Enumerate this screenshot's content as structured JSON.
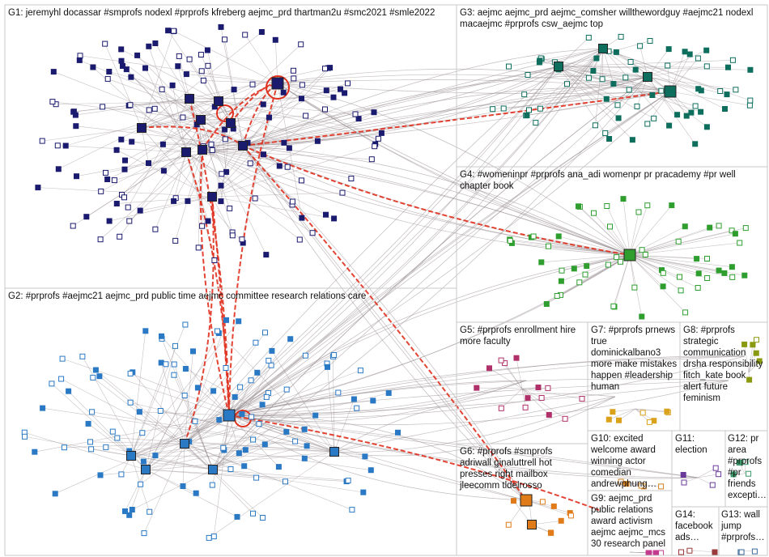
{
  "graph": {
    "edge_color": "#9a8f95",
    "highlight_edge_color": "#e0301e",
    "groups": [
      {
        "id": "G1",
        "label": "G1: jeremyhl docassar #smprofs nodexl #prprofs kfreberg aejmc_prd thartman2u #smc2021 #smle2022",
        "node_color": "#1a1a6e"
      },
      {
        "id": "G2",
        "label": "G2: #prprofs #aejmc21 aejmc_prd public time aejmc committee research relations care",
        "node_color": "#2a79c4"
      },
      {
        "id": "G3",
        "label": "G3: aejmc aejmc_prd aejmc_comsher willthewordguy #aejmc21 nodexl macaejmc #prprofs csw_aejmc top",
        "node_color": "#0e6e5e"
      },
      {
        "id": "G4",
        "label": "G4: #womeninpr #prprofs ana_adi womenpr pr pracademy #pr well chapter book",
        "node_color": "#2f9e2f"
      },
      {
        "id": "G5",
        "label": "G5: #prprofs enrollment hire more faculty",
        "node_color": "#b0306a"
      },
      {
        "id": "G6",
        "label": "G6: #prprofs #smprofs adriwall ginaluttrell hot presses right mailbox jleecomm tldelrosso",
        "node_color": "#e07b1a"
      },
      {
        "id": "G7",
        "label": "G7: #prprofs prnews true dominickalbano3 more make mistakes happen #leadership human",
        "node_color": "#d9a21a"
      },
      {
        "id": "G8",
        "label": "G8: #prprofs strategic communication drsha responsibility fitch_kate book alert future feminism",
        "node_color": "#8a9a10"
      },
      {
        "id": "G9",
        "label": "G9: aejmc_prd public relations award activism aejmc aejmc_mcs 30 research panel",
        "node_color": "#c43a8f"
      },
      {
        "id": "G10",
        "label": "G10: excited welcome award winning actor comedian andrewphung…",
        "node_color": "#d08020"
      },
      {
        "id": "G11",
        "label": "G11: election",
        "node_color": "#6a3a9a"
      },
      {
        "id": "G12",
        "label": "G12: pr area #prprofs #pr friends excepti…",
        "node_color": "#3a9a6a"
      },
      {
        "id": "G13",
        "label": "G13: wall jump #prprofs…",
        "node_color": "#3a6a9a"
      },
      {
        "id": "G14",
        "label": "G14: facebook ads…",
        "node_color": "#9a3a3a"
      }
    ]
  }
}
